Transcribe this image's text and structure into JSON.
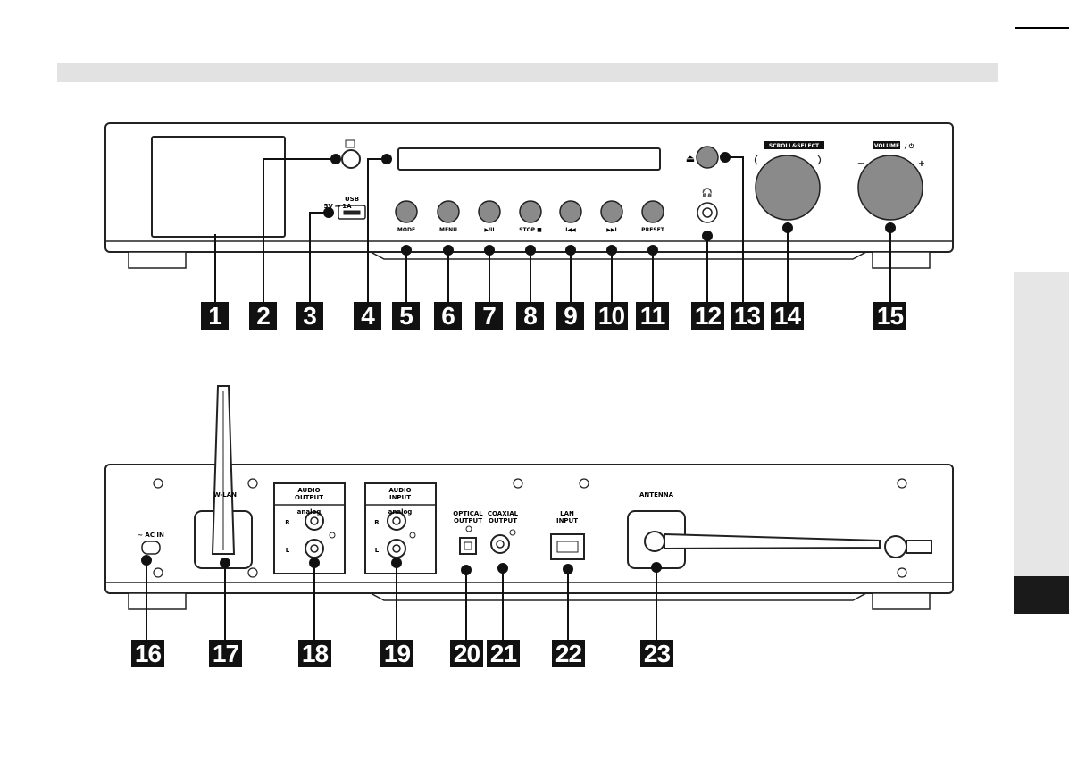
{
  "front_labels": {
    "usb": "USB",
    "usb_rating": "5V ⎓ 1A",
    "mode": "MODE",
    "menu": "MENU",
    "play_pause": "▶/II",
    "stop": "STOP ■",
    "prev": "I◀◀",
    "next": "▶▶I",
    "preset": "PRESET",
    "headphone": "🎧",
    "eject": "⏏",
    "scroll_select": "SCROLL&SELECT",
    "volume": "VOLUME",
    "volume_power": "/ ⏻",
    "vol_minus": "−",
    "vol_plus": "+"
  },
  "rear_labels": {
    "ac_in": "~ AC IN",
    "wlan": "W-LAN",
    "audio_output_1": "AUDIO",
    "audio_output_2": "OUTPUT",
    "audio_input_1": "AUDIO",
    "audio_input_2": "INPUT",
    "analog_out": "analog",
    "analog_in": "analog",
    "r_out": "R",
    "l_out": "L",
    "r_in": "R",
    "l_in": "L",
    "optical_1": "OPTICAL",
    "optical_2": "OUTPUT",
    "coaxial_1": "COAXIAL",
    "coaxial_2": "OUTPUT",
    "lan_1": "LAN",
    "lan_2": "INPUT",
    "antenna": "ANTENNA"
  },
  "callouts": [
    "1",
    "2",
    "3",
    "4",
    "5",
    "6",
    "7",
    "8",
    "9",
    "10",
    "11",
    "12",
    "13",
    "14",
    "15",
    "16",
    "17",
    "18",
    "19",
    "20",
    "21",
    "22",
    "23"
  ],
  "colors": {
    "knob": "#8a8a8a",
    "callout_bg": "#111111",
    "header_bar": "#e2e2e2"
  }
}
